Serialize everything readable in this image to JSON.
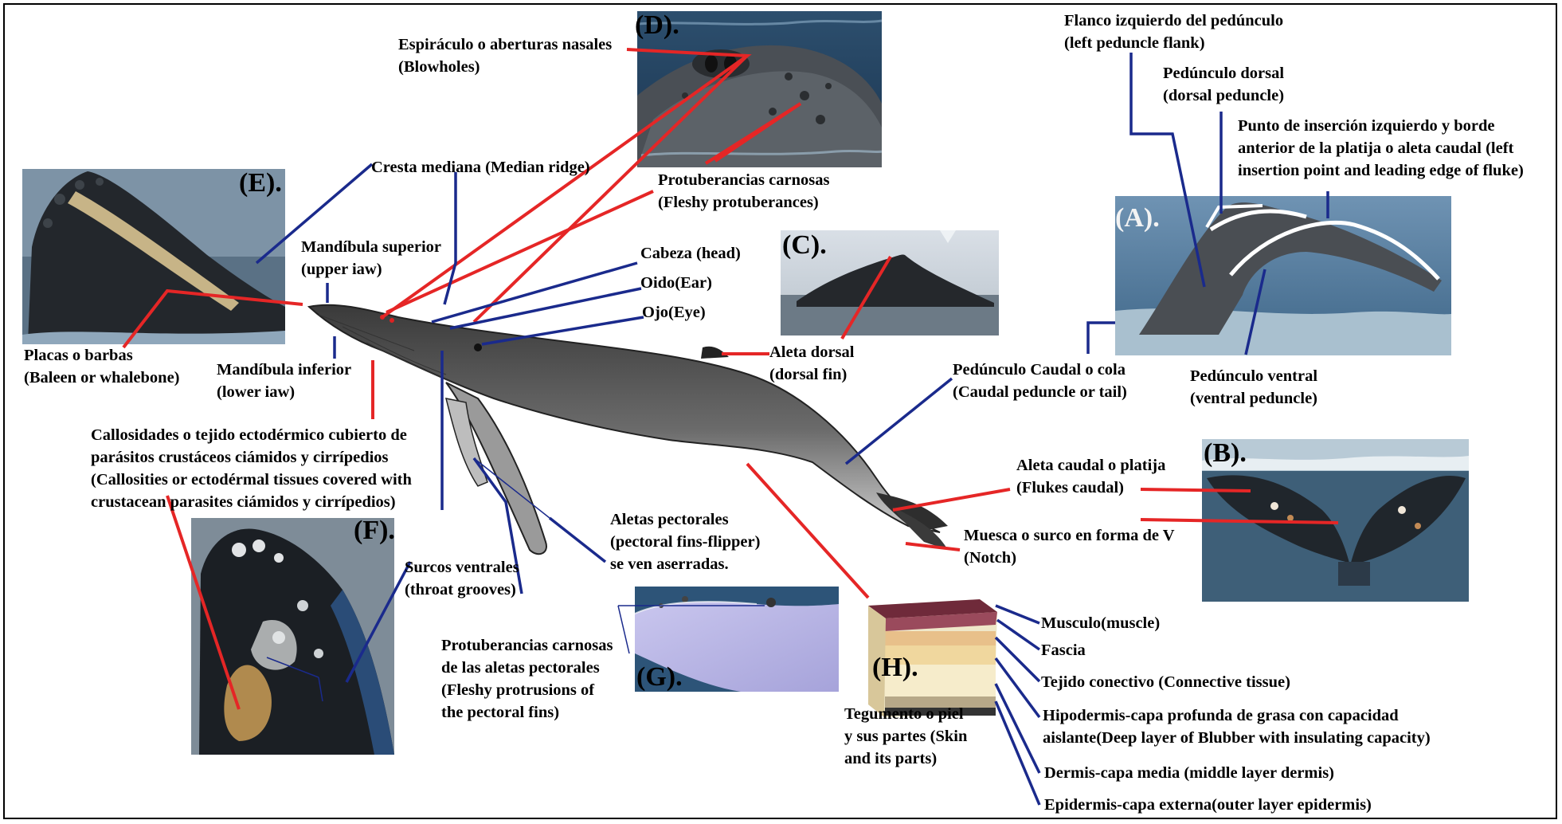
{
  "colors": {
    "red_leader": "#e52626",
    "blue_leader": "#1a2a8c",
    "white_leader": "#ffffff",
    "frame": "#000000"
  },
  "photos": {
    "A": "(A).",
    "B": "(B).",
    "C": "(C).",
    "D": "(D).",
    "E": "(E).",
    "F": "(F).",
    "G": "(G).",
    "H": "(H)."
  },
  "labels": {
    "blowholes": "Espiráculo o aberturas nasales\n(Blowholes)",
    "median_ridge": "Cresta mediana (Median ridge)",
    "fleshy_protuberances": "Protuberancias carnosas\n(Fleshy protuberances)",
    "upper_jaw": "Mandíbula superior\n(upper iaw)",
    "head": "Cabeza (head)",
    "ear": "Oido(Ear)",
    "eye": "Ojo(Eye)",
    "dorsal_fin": "Aleta dorsal\n(dorsal fin)",
    "baleen": "Placas o barbas\n(Baleen or whalebone)",
    "lower_jaw": "Mandíbula inferior\n(lower iaw)",
    "callosities": "Callosidades o tejido ectodérmico cubierto de\nparásitos crustáceos ciámidos y cirrípedios\n(Callosities or ectodérmal tissues covered with\ncrustacean parasites ciámidos y cirrípedios)",
    "left_peduncle_flank": "Flanco izquierdo del pedúnculo\n(left peduncle flank)",
    "dorsal_peduncle": "Pedúnculo dorsal\n(dorsal peduncle)",
    "insertion_point": "Punto de inserción izquierdo y borde\nanterior de la platija o aleta caudal (left\ninsertion point and leading edge of fluke)",
    "caudal_peduncle": "Pedúnculo Caudal o cola\n(Caudal peduncle or tail)",
    "ventral_peduncle": "Pedúnculo ventral\n(ventral peduncle)",
    "flukes": "Aleta caudal o platija\n(Flukes caudal)",
    "notch": "Muesca o surco en forma de V\n(Notch)",
    "pectoral_fins": "Aletas pectorales\n(pectoral fins-flipper)\nse ven aserradas.",
    "throat_grooves": "Surcos ventrales\n(throat grooves)",
    "pectoral_protrusions": "Protuberancias carnosas\nde las aletas pectorales\n(Fleshy protrusions of\nthe pectoral fins)",
    "skin": "Tegumento o piel\ny sus partes (Skin\nand its parts)",
    "muscle": "Musculo(muscle)",
    "fascia": "Fascia",
    "connective": "Tejido conectivo (Connective tissue)",
    "hypodermis": "Hipodermis-capa profunda de grasa con capacidad\naislante(Deep layer of Blubber with insulating capacity)",
    "dermis": "Dermis-capa media (middle layer dermis)",
    "epidermis": "Epidermis-capa externa(outer layer epidermis)"
  }
}
